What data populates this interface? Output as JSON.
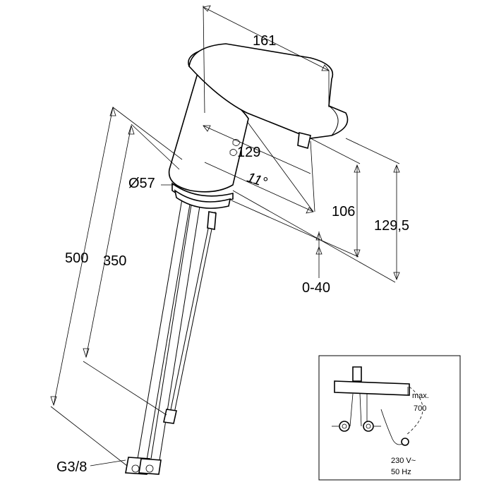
{
  "dimensions": {
    "spout_length": "161",
    "spout_inner": "129",
    "spout_angle": "11°",
    "diameter": "Ø57",
    "height_outlet": "106",
    "height_total": "129,5",
    "deck_thickness": "0-40",
    "hose_long": "500",
    "hose_short": "350",
    "connection": "G3/8"
  },
  "inset": {
    "max_label": "max.",
    "max_value": "700",
    "power_voltage": "230 V~",
    "power_frequency": "50 Hz"
  }
}
